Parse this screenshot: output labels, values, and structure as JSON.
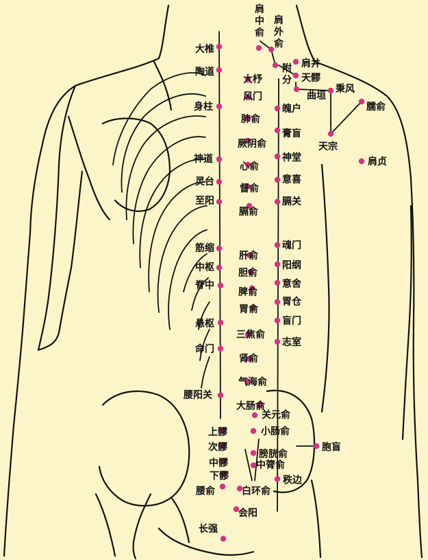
{
  "points": [
    {
      "id": "jianzhongshu",
      "label": "肩中俞",
      "vertical": true
    },
    {
      "id": "jianwaishu",
      "label": "肩外俞",
      "vertical": true
    },
    {
      "id": "dazhui",
      "label": "大椎"
    },
    {
      "id": "taodao",
      "label": "陶道"
    },
    {
      "id": "dazhu",
      "label": "大杼"
    },
    {
      "id": "fengmen",
      "label": "风门"
    },
    {
      "id": "jianjing",
      "label": "肩井"
    },
    {
      "id": "tianliao",
      "label": "天髎"
    },
    {
      "id": "fufen",
      "label": "附分",
      "vertical": true
    },
    {
      "id": "quyuan",
      "label": "曲垣"
    },
    {
      "id": "bingfeng",
      "label": "秉风"
    },
    {
      "id": "naoshu",
      "label": "臑俞"
    },
    {
      "id": "shenzhu",
      "label": "身柱"
    },
    {
      "id": "feishu",
      "label": "肺俞"
    },
    {
      "id": "pohu",
      "label": "魄户"
    },
    {
      "id": "gaohuang",
      "label": "膏盲"
    },
    {
      "id": "tianzong",
      "label": "天宗"
    },
    {
      "id": "jueyinshu",
      "label": "厥阴俞"
    },
    {
      "id": "shendao",
      "label": "神道"
    },
    {
      "id": "xinshu",
      "label": "心俞"
    },
    {
      "id": "shentang",
      "label": "神堂"
    },
    {
      "id": "jianzhen",
      "label": "肩贞"
    },
    {
      "id": "lingtai",
      "label": "灵台"
    },
    {
      "id": "dushu",
      "label": "督俞"
    },
    {
      "id": "yixi",
      "label": "意喜"
    },
    {
      "id": "zhiyang",
      "label": "至阳"
    },
    {
      "id": "geguan",
      "label": "膈关"
    },
    {
      "id": "geshu",
      "label": "膈俞"
    },
    {
      "id": "hunmen",
      "label": "魂门"
    },
    {
      "id": "jinsuo",
      "label": "筋缩"
    },
    {
      "id": "ganshu",
      "label": "肝俞"
    },
    {
      "id": "yanggang",
      "label": "阳纲"
    },
    {
      "id": "zhongshu",
      "label": "中枢"
    },
    {
      "id": "danshu",
      "label": "胆俞"
    },
    {
      "id": "jizhong",
      "label": "脊中"
    },
    {
      "id": "pishu",
      "label": "脾俞"
    },
    {
      "id": "yishe",
      "label": "意舍"
    },
    {
      "id": "weishu",
      "label": "胃俞"
    },
    {
      "id": "weicang",
      "label": "胃仓"
    },
    {
      "id": "huangmen",
      "label": "盲门"
    },
    {
      "id": "xuanshu",
      "label": "悬枢"
    },
    {
      "id": "sanjiaoshu",
      "label": "三焦俞"
    },
    {
      "id": "zhishi",
      "label": "志室"
    },
    {
      "id": "mingmen",
      "label": "命门"
    },
    {
      "id": "shenshu",
      "label": "肾俞"
    },
    {
      "id": "qihaishu",
      "label": "气海俞"
    },
    {
      "id": "yaoyangguan",
      "label": "腰阳关"
    },
    {
      "id": "dachangshu",
      "label": "大肠俞"
    },
    {
      "id": "guanyuanshu",
      "label": "关元俞"
    },
    {
      "id": "shangliao",
      "label": "上髎"
    },
    {
      "id": "xiaochangshu",
      "label": "小肠俞"
    },
    {
      "id": "ciliao",
      "label": "次髎"
    },
    {
      "id": "baohuang",
      "label": "胞盲"
    },
    {
      "id": "pangguangshu",
      "label": "膀胱俞"
    },
    {
      "id": "zhongliao",
      "label": "中髎"
    },
    {
      "id": "zhonglvshu",
      "label": "中膂俞"
    },
    {
      "id": "xialiao",
      "label": "下髎"
    },
    {
      "id": "zhibian",
      "label": "秩边"
    },
    {
      "id": "yaoshu",
      "label": "腰俞"
    },
    {
      "id": "baihuanshu",
      "label": "白环俞"
    },
    {
      "id": "huiyang",
      "label": "会阳"
    },
    {
      "id": "changqiang",
      "label": "长强"
    }
  ],
  "colors": {
    "background": "#fcf5c9",
    "point": "#d63384",
    "line": "#111111"
  }
}
